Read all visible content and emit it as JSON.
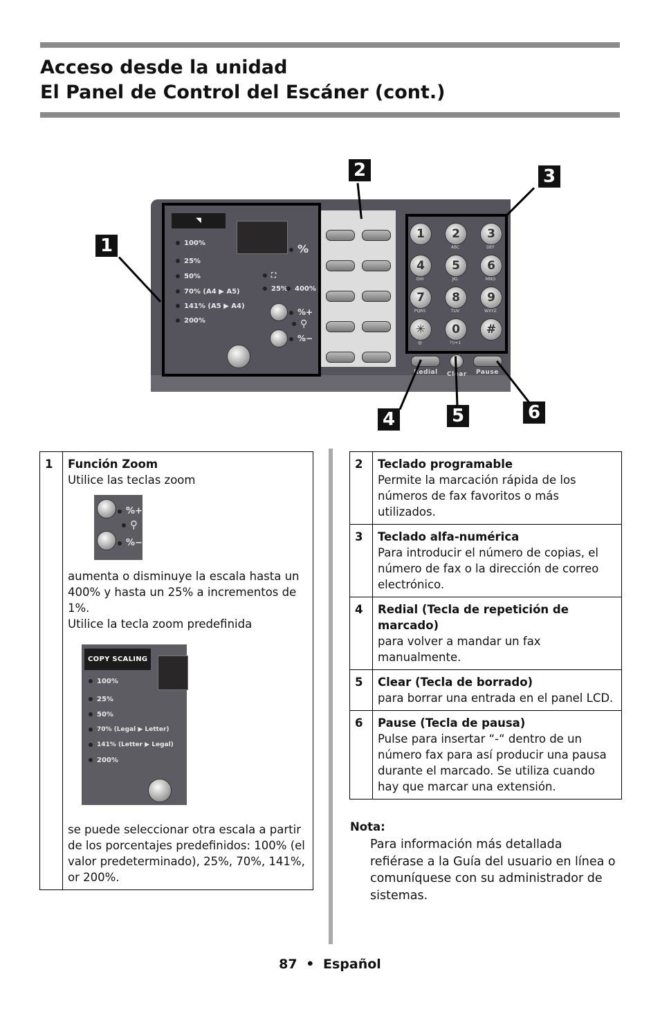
{
  "header": {
    "title_line1": "Acceso desde la unidad",
    "title_line2": "El Panel de Control del Escáner (cont.)"
  },
  "figure": {
    "callouts": [
      "1",
      "2",
      "3",
      "4",
      "5",
      "6"
    ],
    "zoom_presets": [
      "100%",
      "25%",
      "50%",
      "70% (A4 ▶ A5)",
      "141% (A5 ▶ A4)",
      "200%"
    ],
    "percent_sign": "%",
    "zoom_in_label": "%+",
    "zoom_out_label": "%−",
    "reduce_label": "25%",
    "enlarge_label": "400%",
    "keys": [
      {
        "main": "1",
        "sub": ""
      },
      {
        "main": "2",
        "sub": "ABC"
      },
      {
        "main": "3",
        "sub": "DEF"
      },
      {
        "main": "4",
        "sub": "GHI"
      },
      {
        "main": "5",
        "sub": "JKL"
      },
      {
        "main": "6",
        "sub": "MNO"
      },
      {
        "main": "7",
        "sub": "PQRS"
      },
      {
        "main": "8",
        "sub": "TUV"
      },
      {
        "main": "9",
        "sub": "WXYZ"
      },
      {
        "main": "✳",
        "sub": "@"
      },
      {
        "main": "0",
        "sub": "?!/+1"
      },
      {
        "main": "#",
        "sub": ""
      }
    ],
    "redial_label": "Redial",
    "clear_label": "Clear",
    "pause_label": "Pause"
  },
  "left_table": {
    "num": "1",
    "heading": "Función Zoom",
    "line1": "Utilice las teclas zoom",
    "para1": "aumenta o disminuye la escala hasta un 400% y hasta un 25% a incrementos de 1%.",
    "line2": "Utilice la tecla zoom predefinida",
    "copy_scaling_label": "Copy Scaling",
    "copy_scaling_items": [
      "100%",
      "25%",
      "50%",
      "70% (Legal ▶ Letter)",
      "141% (Letter ▶ Legal)",
      "200%"
    ],
    "para2": "se puede seleccionar otra escala a partir de los porcentajes predefinidos: 100% (el valor predeterminado), 25%, 70%, 141%, or 200%."
  },
  "right_table": [
    {
      "num": "2",
      "heading": "Teclado programable",
      "text": "Permite la marcación rápida de los números de fax favoritos o más utilizados."
    },
    {
      "num": "3",
      "heading": "Teclado alfa-numérica",
      "text": "Para introducir el número de copias, el número de fax o la dirección de correo electrónico."
    },
    {
      "num": "4",
      "heading": "Redial (Tecla de repetición de marcado)",
      "text": "para volver a mandar un fax manualmente."
    },
    {
      "num": "5",
      "heading": "Clear (Tecla de borrado)",
      "text": "para borrar una entrada en el panel LCD."
    },
    {
      "num": "6",
      "heading": "Pause (Tecla de pausa)",
      "text": "Pulse para insertar “-“ dentro de un número fax para así producir una pausa durante el marcado. Se utiliza cuando hay que marcar una extensión."
    }
  ],
  "note": {
    "title": "Nota:",
    "text": "Para información más detallada refiérase a la Guía del usuario en línea o comuníquese con su administrador de sistemas."
  },
  "footer": {
    "page_number": "87",
    "bullet": "•",
    "language": "Español"
  }
}
